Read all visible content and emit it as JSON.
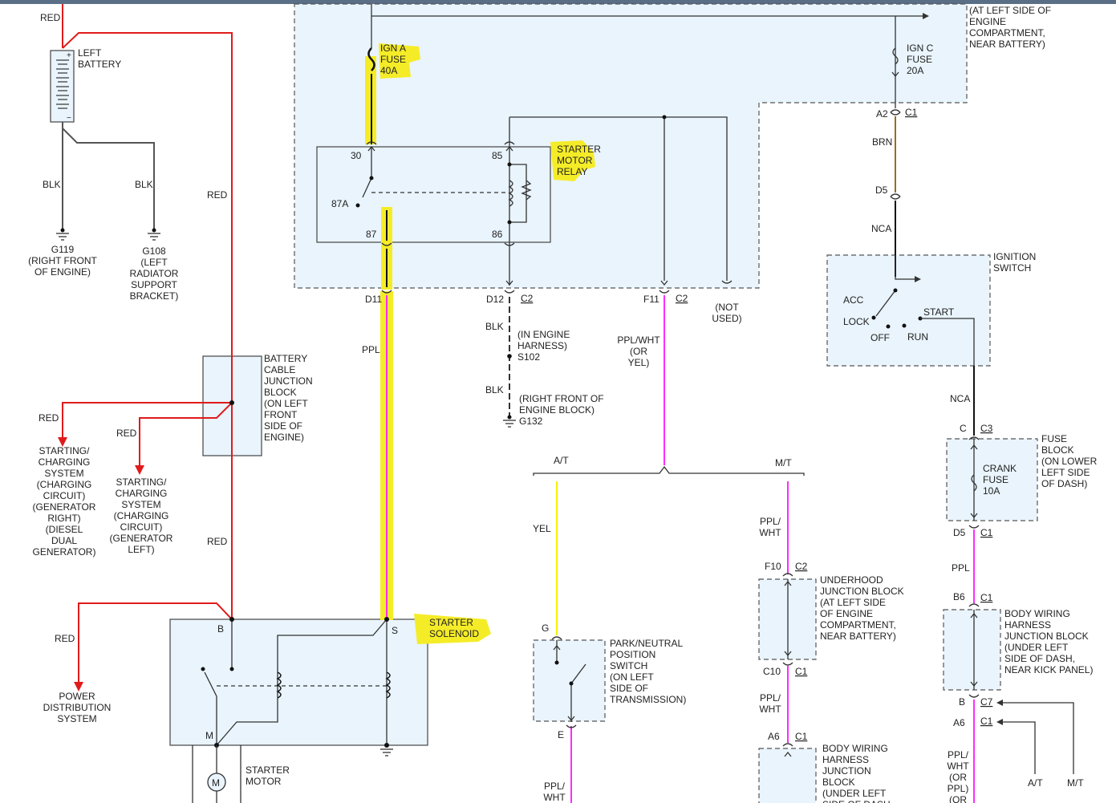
{
  "colors": {
    "red": "#e01b1b",
    "black": "#111111",
    "gray": "#555555",
    "purple": "#ff2bff",
    "yellow": "#f3f300",
    "brown": "#9b6b23",
    "highlight": "#f5ec28",
    "component_fill": "#e9f4fc",
    "thin": "#333333"
  },
  "icons": [
    "ground-icon",
    "fuse-icon",
    "relay-coil-icon",
    "switch-contact-icon",
    "motor-icon",
    "battery-icon",
    "arrow-icon"
  ],
  "wires": {
    "red_top": "RED",
    "red_main": "RED",
    "red_lower": "RED",
    "red_branch_1": "RED",
    "red_branch_2": "RED",
    "red_pds": "RED",
    "blk_g119": "BLK",
    "blk_g108": "BLK",
    "ppl": "PPL",
    "brn": "BRN",
    "nca_top": "NCA",
    "nca_bottom": "NCA",
    "ppl_right": "PPL",
    "blk_upper": "BLK",
    "blk_lower": "BLK",
    "yel": "YEL",
    "ppl_wht_mt_1": [
      "PPL/",
      "WHT"
    ],
    "ppl_wht_mt_2": [
      "PPL/",
      "WHT"
    ],
    "ppl_wht_or_yel": [
      "PPL/WHT",
      "(OR",
      "YEL)"
    ],
    "ppl_wht_bottom": [
      "PPL/",
      "WHT"
    ],
    "ppl_wht_or_ppl": [
      "PPL/",
      "WHT",
      "(OR",
      "PPL)",
      "(OR"
    ],
    "at": "A/T",
    "mt": "M/T",
    "at_bottom": "A/T",
    "mt_bottom": "M/T"
  },
  "components": {
    "left_battery": [
      "LEFT",
      "BATTERY"
    ],
    "g119": [
      "G119",
      "(RIGHT FRONT",
      "OF ENGINE)"
    ],
    "g108": [
      "G108",
      "(LEFT",
      "RADIATOR",
      "SUPPORT",
      "BRACKET)"
    ],
    "battery_cable_junction_block": [
      "BATTERY",
      "CABLE",
      "JUNCTION",
      "BLOCK",
      "(ON LEFT",
      "FRONT",
      "SIDE OF",
      "ENGINE)"
    ],
    "charging_right": [
      "STARTING/",
      "CHARGING",
      "SYSTEM",
      "(CHARGING",
      "CIRCUIT)",
      "(GENERATOR",
      "RIGHT)",
      "(DIESEL",
      "DUAL",
      "GENERATOR)"
    ],
    "charging_left": [
      "STARTING/",
      "CHARGING",
      "SYSTEM",
      "(CHARGING",
      "CIRCUIT)",
      "(GENERATOR",
      "LEFT)"
    ],
    "power_distribution": [
      "POWER",
      "DISTRIBUTION",
      "SYSTEM"
    ],
    "starter_solenoid": [
      "STARTER",
      "SOLENOID"
    ],
    "starter_motor": [
      "STARTER",
      "MOTOR"
    ],
    "ign_a_fuse": [
      "IGN A",
      "FUSE",
      "40A"
    ],
    "ign_c_fuse": [
      "IGN C",
      "FUSE",
      "20A"
    ],
    "starter_motor_relay": [
      "STARTER",
      "MOTOR",
      "RELAY"
    ],
    "engine_compartment_note": [
      "(AT LEFT SIDE OF",
      "ENGINE",
      "COMPARTMENT,",
      "NEAR BATTERY)"
    ],
    "not_used": [
      "(NOT",
      "USED)"
    ],
    "in_engine_harness": [
      "(IN ENGINE",
      "HARNESS)",
      "S102"
    ],
    "g132": [
      "(RIGHT FRONT OF",
      "ENGINE BLOCK)",
      "G132"
    ],
    "ignition_switch": [
      "IGNITION",
      "SWITCH"
    ],
    "fuse_block": [
      "FUSE",
      "BLOCK",
      "(ON LOWER",
      "LEFT SIDE",
      "OF DASH)"
    ],
    "crank_fuse": [
      "CRANK",
      "FUSE",
      "10A"
    ],
    "park_neutral": [
      "PARK/NEUTRAL",
      "POSITION",
      "SWITCH",
      "(ON LEFT",
      "SIDE OF",
      "TRANSMISSION)"
    ],
    "underhood_junction": [
      "UNDERHOOD",
      "JUNCTION BLOCK",
      "(AT LEFT SIDE",
      "OF ENGINE",
      "COMPARTMENT,",
      "NEAR BATTERY)"
    ],
    "body_wiring_right": [
      "BODY WIRING",
      "HARNESS",
      "JUNCTION BLOCK",
      "(UNDER LEFT",
      "SIDE OF DASH,",
      "NEAR KICK PANEL)"
    ],
    "body_wiring_bottom": [
      "BODY WIRING",
      "HARNESS",
      "JUNCTION",
      "BLOCK",
      "(UNDER LEFT",
      "SIDE OF DASH"
    ]
  },
  "ignition_positions": {
    "acc": "ACC",
    "lock": "LOCK",
    "off": "OFF",
    "run": "RUN",
    "start": "START"
  },
  "terminals": {
    "t30": "30",
    "t85": "85",
    "t87a": "87A",
    "t87": "87",
    "t86": "86",
    "b": "B",
    "s": "S",
    "m": "M",
    "g": "G",
    "e": "E",
    "c": "C",
    "d11": "D11",
    "d12": "D12",
    "c2_d12": "C2",
    "f11": "F11",
    "c2_f11": "C2",
    "a2": "A2",
    "c1_a2": "C1",
    "d5_top": "D5",
    "c3": "C3",
    "d5_bottom": "D5",
    "c1_d5": "C1",
    "b6": "B6",
    "c1_b6": "C1",
    "f10": "F10",
    "c2_f10": "C2",
    "c10": "C10",
    "c1_c10": "C1",
    "a6_mid": "A6",
    "c1_a6_mid": "C1",
    "b_right": "B",
    "c7": "C7",
    "a6_right": "A6",
    "c1_a6_right": "C1"
  }
}
